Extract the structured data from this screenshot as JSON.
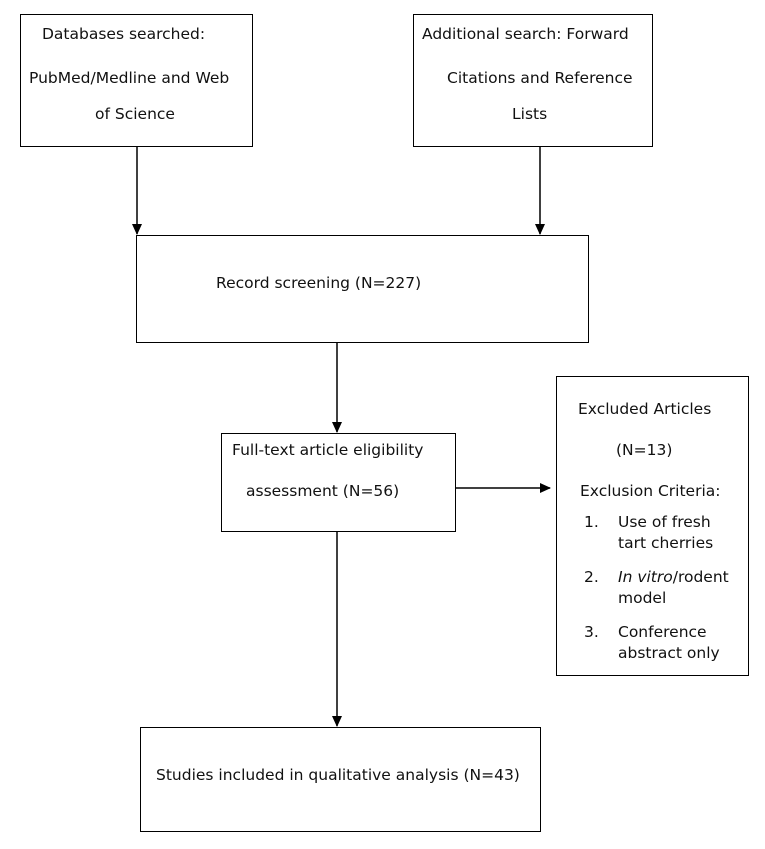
{
  "flowchart": {
    "sources": {
      "databases": {
        "line1": "Databases searched:",
        "line2": "PubMed/Medline and Web",
        "line3": "of Science"
      },
      "additional": {
        "line1": "Additional search: Forward",
        "line2": "Citations and Reference",
        "line3": "Lists"
      }
    },
    "screening": {
      "label": "Record screening (N=227)"
    },
    "eligibility": {
      "line1": "Full-text article eligibility",
      "line2": "assessment (N=56)"
    },
    "excluded": {
      "title": "Excluded Articles",
      "count": "(N=13)",
      "criteria_heading": "Exclusion Criteria:",
      "criteria": [
        {
          "number": "1.",
          "line1": "Use of fresh",
          "line2": "tart cherries"
        },
        {
          "number": "2.",
          "italic": "In vitro",
          "line1_rest": "/rodent",
          "line2": "model"
        },
        {
          "number": "3.",
          "line1": "Conference",
          "line2": "abstract only"
        }
      ]
    },
    "included": {
      "label": "Studies included in qualitative analysis (N=43)"
    }
  }
}
